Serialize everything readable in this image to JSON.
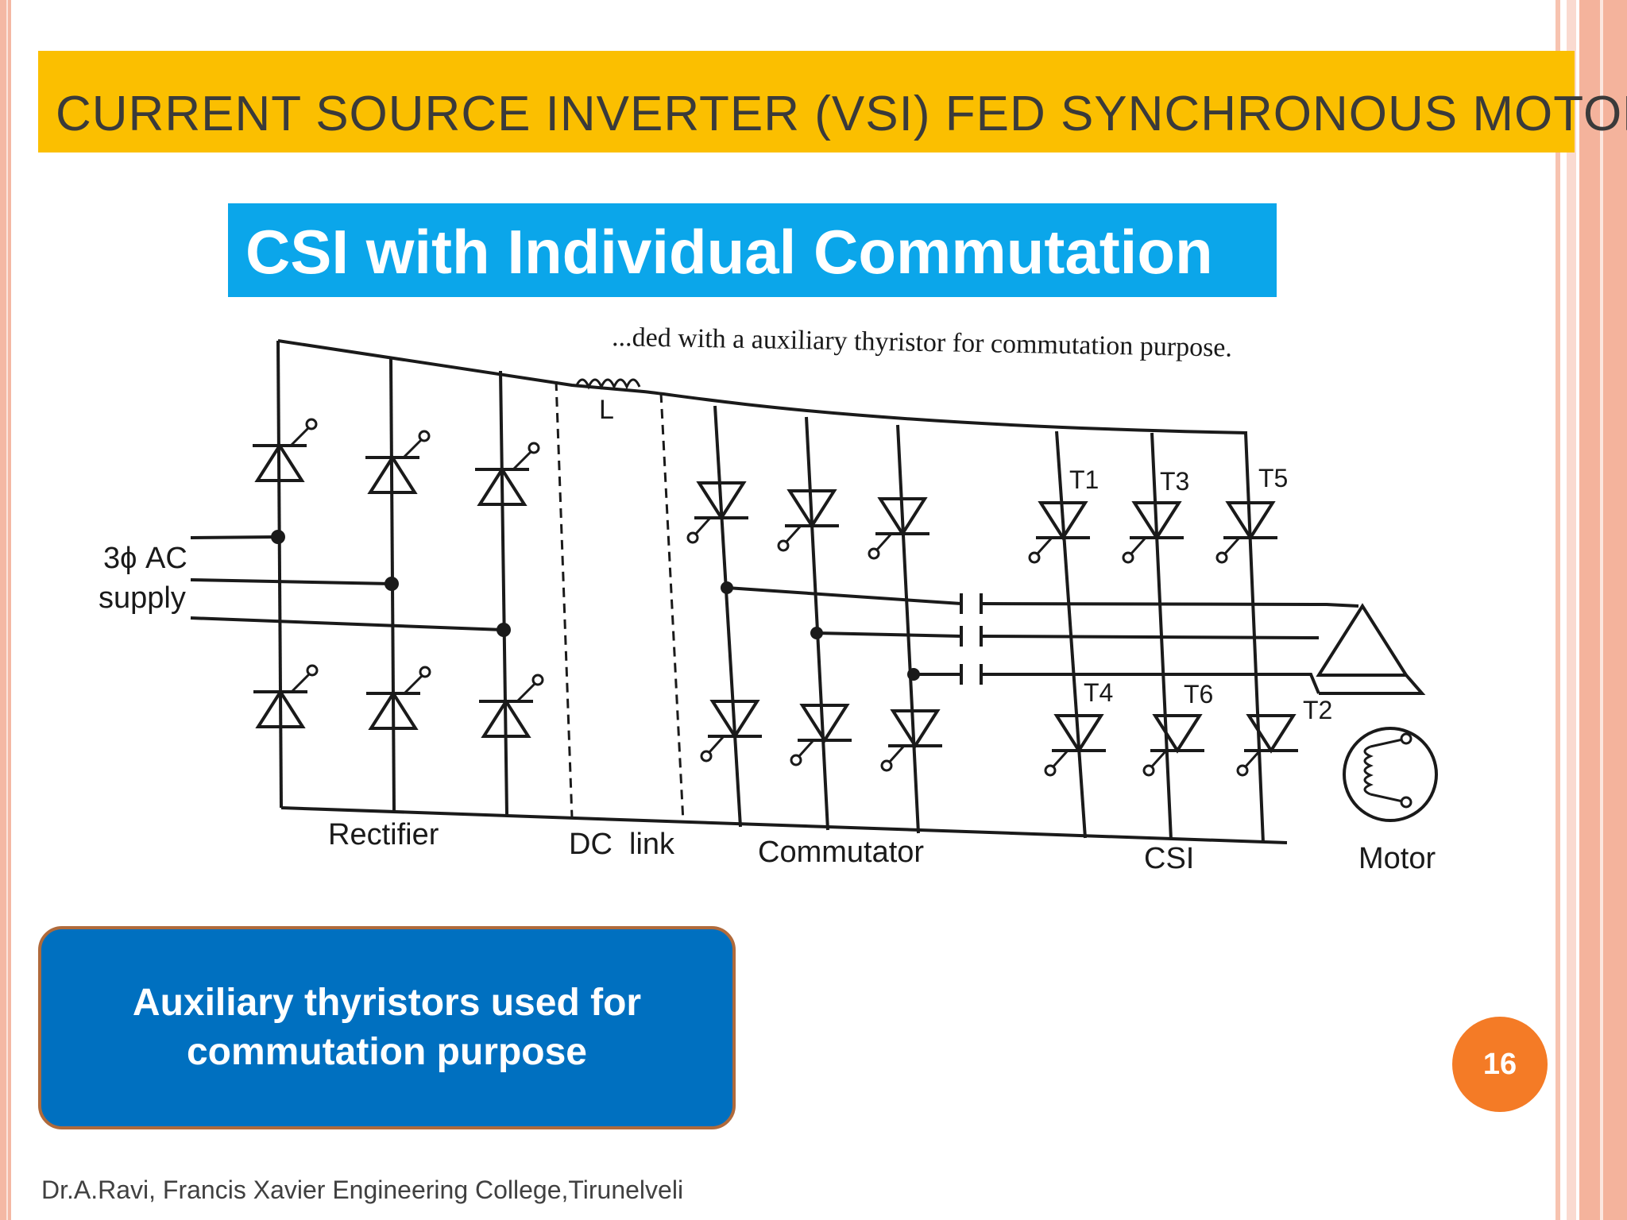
{
  "slide": {
    "title": "CURRENT SOURCE INVERTER (VSI) FED SYNCHRONOUS MOTOR",
    "subtitle": "CSI with Individual Commutation",
    "callout": "Auxiliary thyristors used for\ncommutation purpose",
    "page_number": "16",
    "footer": "Dr.A.Ravi, Francis Xavier Engineering College,Tirunelveli"
  },
  "diagram": {
    "caption": "...ded with a auxiliary thyristor for commutation purpose.",
    "supply_label_line1": "3ϕ AC",
    "supply_label_line2": "supply",
    "inductor_label": "L",
    "thyristor_labels": {
      "t1": "T1",
      "t3": "T3",
      "t5": "T5",
      "t4": "T4",
      "t6": "T6",
      "t2": "T2"
    },
    "section_labels": {
      "rectifier": "Rectifier",
      "dc_link": "DC  link",
      "commutator": "Commutator",
      "csi": "CSI",
      "motor": "Motor"
    }
  },
  "colors": {
    "title_bar": "#fbbf00",
    "subtitle_banner": "#0ba6ea",
    "callout_fill": "#0070c0",
    "callout_border": "#b06a3b",
    "page_badge": "#f47b26"
  }
}
